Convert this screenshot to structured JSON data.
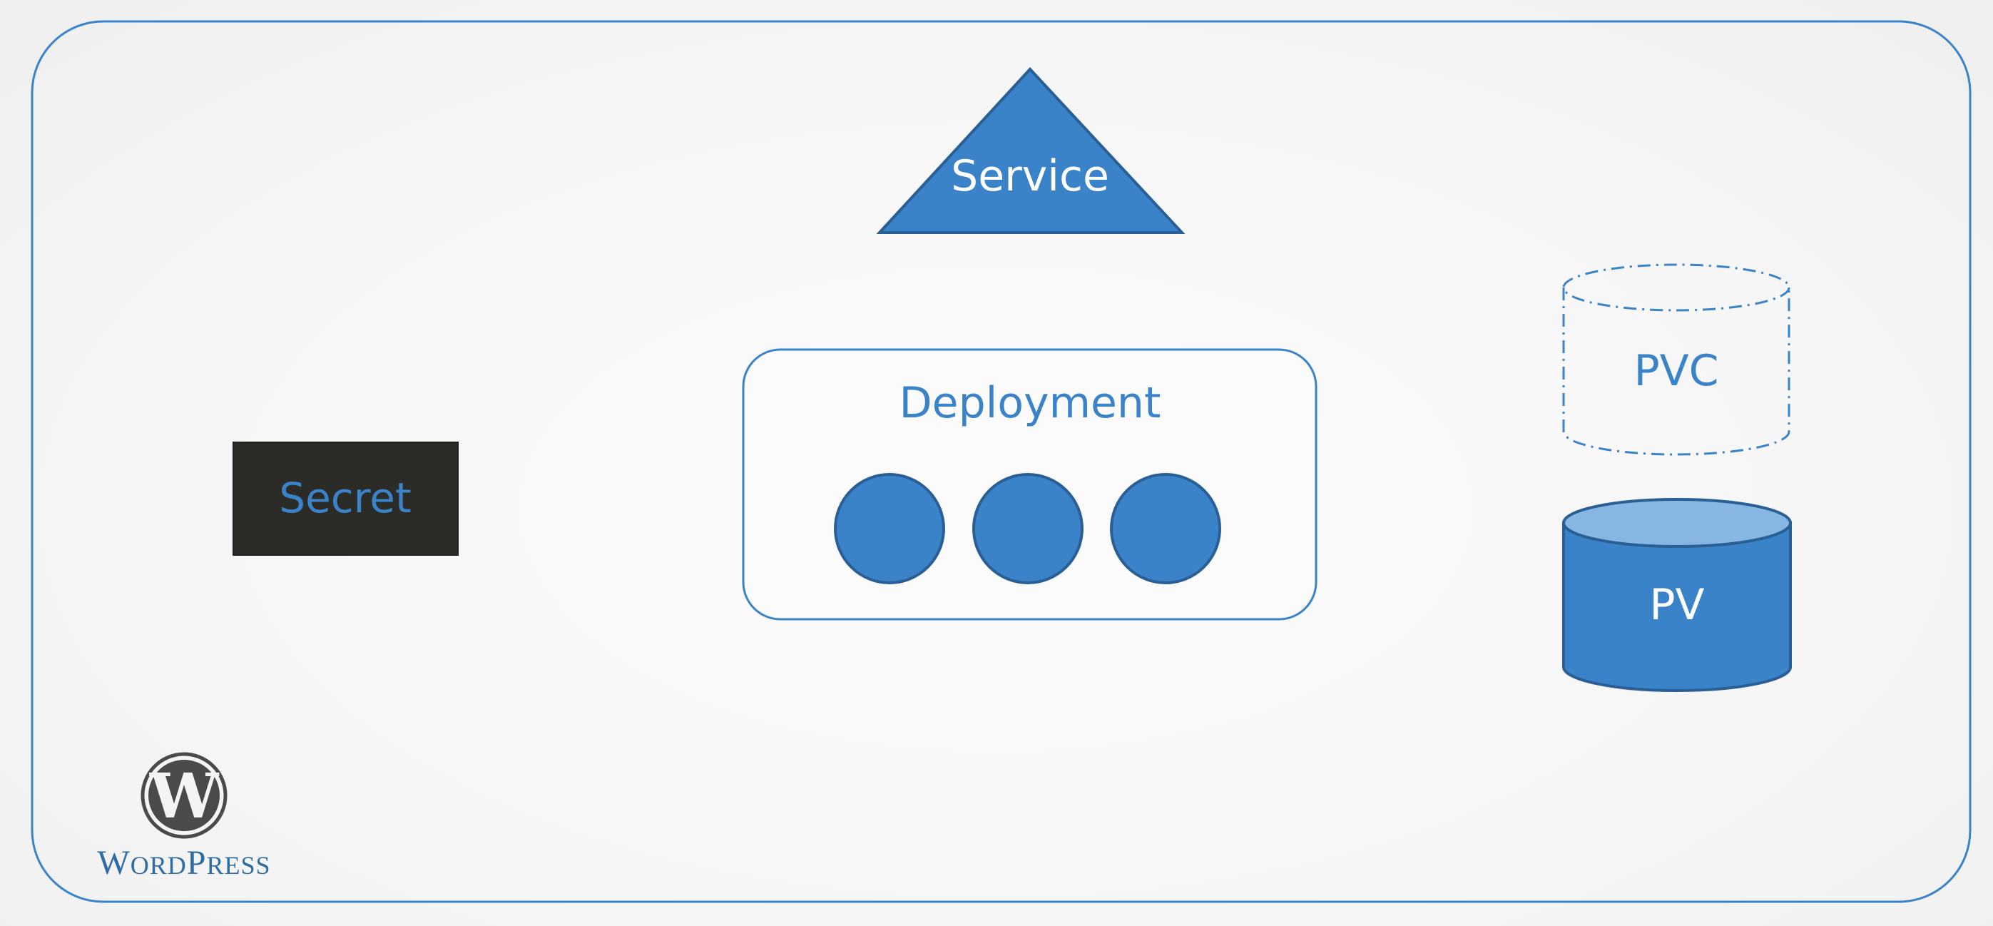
{
  "service": {
    "label": "Service"
  },
  "deployment": {
    "label": "Deployment",
    "pod_count": 3
  },
  "secret": {
    "label": "Secret"
  },
  "pvc": {
    "label": "PVC"
  },
  "pv": {
    "label": "PV"
  },
  "logo": {
    "text": "WordPress"
  },
  "colors": {
    "accent": "#3a83c9",
    "accent_dark": "#2a5f96",
    "accent_light": "#86b6e1",
    "secret_bg": "#2b2b28",
    "frame": "#3a83c9",
    "logo_text": "#2e6da4",
    "logo_mark": "#4a4a4a"
  }
}
